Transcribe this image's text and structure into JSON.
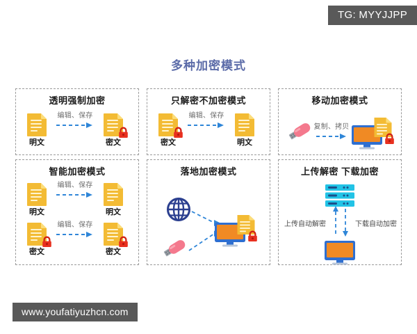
{
  "watermarks": {
    "top_badge": "TG: MYYJJPP",
    "bottom_site": "www.youfatiyuzhcn.com"
  },
  "page": {
    "title": "多种加密模式"
  },
  "colors": {
    "title_blue": "#5b6ba8",
    "doc_gold": "#f0b429",
    "doc_gold_light": "#fbd250",
    "lock_red": "#e02b20",
    "arrow_blue": "#2f86d8",
    "monitor_blue": "#2f6fd0",
    "screen_orange": "#f08a24",
    "usb_pink": "#f1788c",
    "globe_navy": "#2b3f8f",
    "server_cyan": "#22c3e6",
    "panel_border": "#9a9a9a",
    "watermark_bg": "#595959"
  },
  "labels": {
    "plaintext": "明文",
    "ciphertext": "密文",
    "edit_save": "编辑、保存",
    "copy_transfer": "复制、拷贝",
    "upload_auto_decrypt": "上传自动解密",
    "download_auto_encrypt": "下载自动加密"
  },
  "panels": [
    {
      "id": "transparent-forced-encryption",
      "title": "透明强制加密",
      "layout": "doc-arrow-doc",
      "source": {
        "caption": "明文",
        "locked": false
      },
      "arrow": {
        "label": "编辑、保存",
        "direction": "right"
      },
      "target": {
        "caption": "密文",
        "locked": true
      }
    },
    {
      "id": "decrypt-only-mode",
      "title": "只解密不加密模式",
      "layout": "doc-arrow-doc",
      "source": {
        "caption": "密文",
        "locked": true
      },
      "arrow": {
        "label": "编辑、保存",
        "direction": "right"
      },
      "target": {
        "caption": "明文",
        "locked": false
      }
    },
    {
      "id": "mobile-encryption-mode",
      "title": "移动加密模式",
      "layout": "usb-arrow-monitor",
      "source": {
        "icon": "usb-icon",
        "caption": ""
      },
      "arrow": {
        "label": "复制、拷贝",
        "direction": "right"
      },
      "target": {
        "icon": "monitor-with-document",
        "locked": true
      }
    },
    {
      "id": "smart-encryption-mode",
      "title": "智能加密模式",
      "layout": "two-doc-rows",
      "rows": [
        {
          "source": {
            "caption": "明文",
            "locked": false
          },
          "arrow": {
            "label": "编辑、保存",
            "direction": "right"
          },
          "target": {
            "caption": "明文",
            "locked": false
          }
        },
        {
          "source": {
            "caption": "密文",
            "locked": true
          },
          "arrow": {
            "label": "编辑、保存",
            "direction": "right"
          },
          "target": {
            "caption": "密文",
            "locked": true
          }
        }
      ]
    },
    {
      "id": "landing-encryption-mode",
      "title": "落地加密模式",
      "layout": "converging",
      "sources": [
        {
          "icon": "globe-icon"
        },
        {
          "icon": "usb-icon"
        }
      ],
      "target": {
        "icon": "monitor-with-document",
        "locked": true
      }
    },
    {
      "id": "upload-decrypt-download-encrypt",
      "title": "上传解密 下载加密",
      "layout": "vertical-exchange",
      "top": {
        "icon": "server-icon"
      },
      "bottom": {
        "icon": "monitor-icon"
      },
      "arrows": [
        {
          "label": "上传自动解密",
          "direction": "up"
        },
        {
          "label": "下载自动加密",
          "direction": "down"
        }
      ]
    }
  ]
}
